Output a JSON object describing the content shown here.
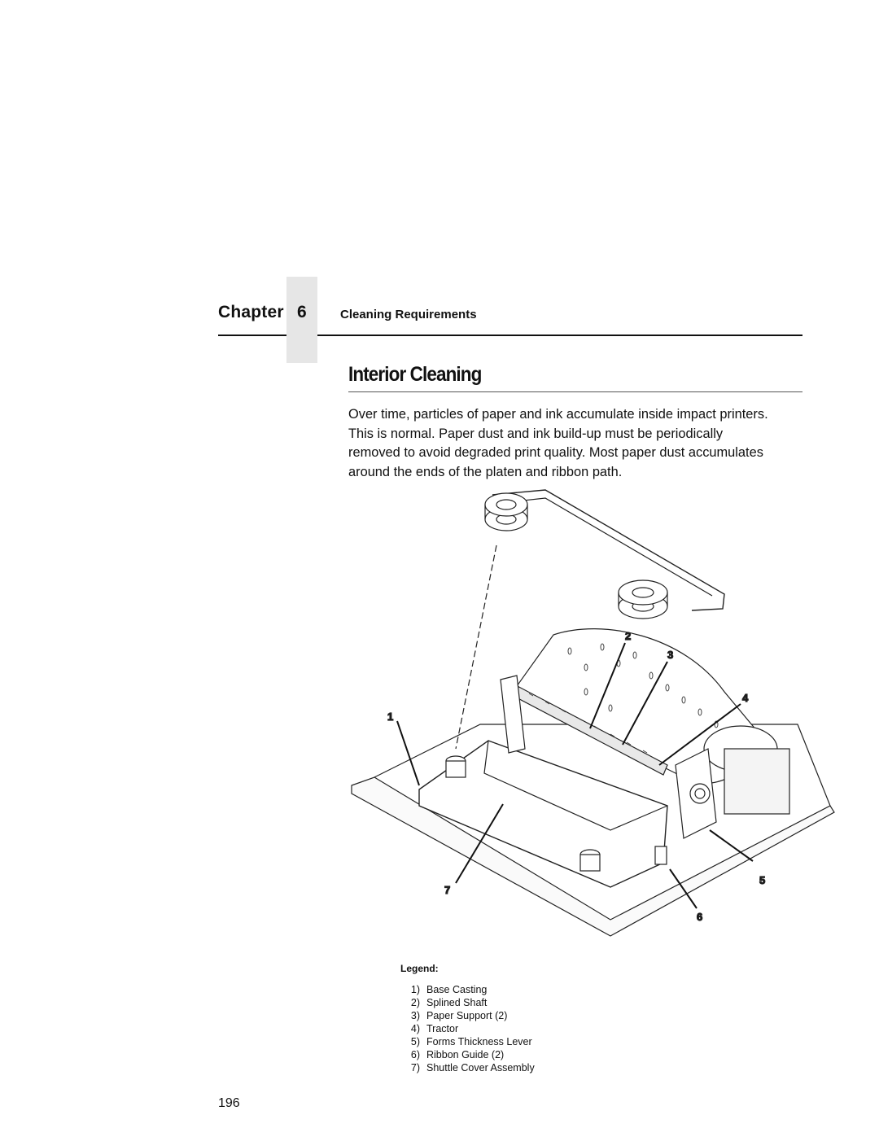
{
  "header": {
    "chapter_word": "Chapter",
    "chapter_number": "6",
    "section": "Cleaning Requirements"
  },
  "title": "Interior Cleaning",
  "body_lines": [
    "Over time, particles of paper and ink accumulate inside impact printers.",
    "This is normal. Paper dust and ink build-up must be periodically",
    "removed to avoid degraded print quality. Most paper dust accumulates",
    "around the ends of the platen and ribbon path."
  ],
  "figure": {
    "callouts": [
      "1",
      "2",
      "3",
      "4",
      "5",
      "6",
      "7"
    ]
  },
  "legend": {
    "title": "Legend:",
    "items": [
      {
        "num": "1)",
        "label": "Base Casting"
      },
      {
        "num": "2)",
        "label": "Splined Shaft"
      },
      {
        "num": "3)",
        "label": "Paper Support (2)"
      },
      {
        "num": "4)",
        "label": "Tractor"
      },
      {
        "num": "5)",
        "label": "Forms Thickness Lever"
      },
      {
        "num": "6)",
        "label": "Ribbon Guide (2)"
      },
      {
        "num": "7)",
        "label": "Shuttle Cover Assembly"
      }
    ]
  },
  "page_number": "196"
}
